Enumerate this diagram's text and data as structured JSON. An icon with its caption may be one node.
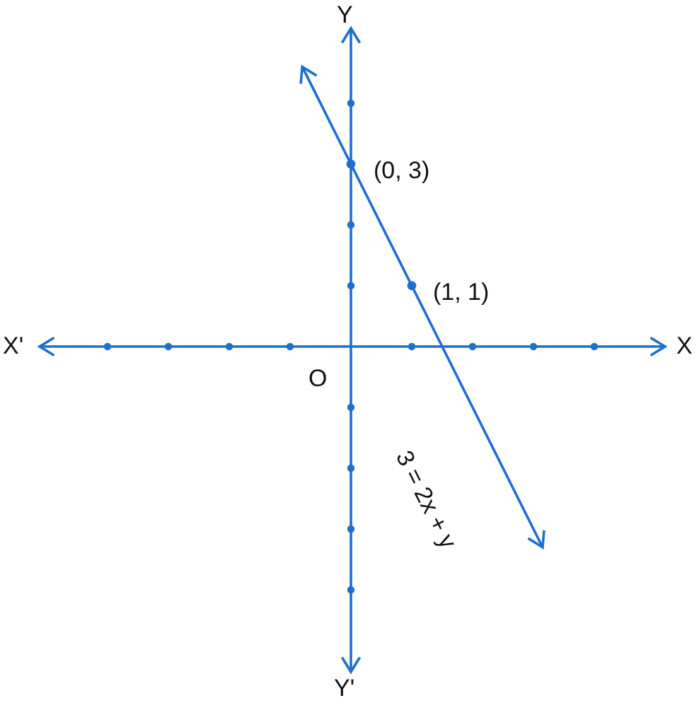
{
  "diagram": {
    "labels": [
      "Y",
      "(0, 3)",
      "(1, 1)",
      "X'",
      "X",
      "O",
      "3 = 2x + y",
      "Y'"
    ]
  }
}
